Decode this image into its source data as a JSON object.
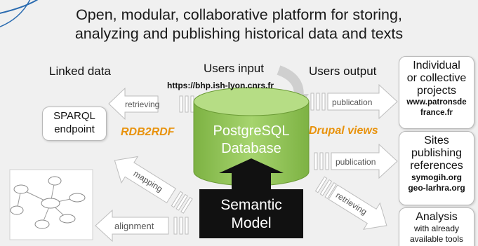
{
  "title": {
    "line1": "Open, modular, collaborative platform for storing,",
    "line2": "analyzing and publishing historical data and texts"
  },
  "headers": {
    "linked_data": "Linked data",
    "users_input": "Users input",
    "users_output": "Users output",
    "url": "https://bhp.ish-lyon.cnrs.fr"
  },
  "sparql": {
    "line1": "SPARQL",
    "line2": "endpoint"
  },
  "labels": {
    "rdb2rdf": "RDB2RDF",
    "drupal_views": "Drupal views"
  },
  "database": {
    "line1": "PostgreSQL",
    "line2": "Database"
  },
  "model": {
    "line1": "Semantic",
    "line2": "Model"
  },
  "arrows": {
    "retrieving_left": "retrieving",
    "mapping": "mapping",
    "alignment": "alignment",
    "publication_top": "publication",
    "publication_mid": "publication",
    "retrieving_right": "retrieving"
  },
  "outputs": {
    "projects": {
      "line1": "Individual",
      "line2": "or collective",
      "line3": "projects",
      "url1": "www.patronsde",
      "url2": "france.fr"
    },
    "sites": {
      "line1": "Sites",
      "line2": "publishing",
      "line3": "references",
      "url1": "symogih.org",
      "url2": "geo-larhra.org"
    },
    "analysis": {
      "line1": "Analysis",
      "line2": "with already",
      "line3": "available tools"
    }
  },
  "colors": {
    "background_blue": "#1d5c8e",
    "panel": "#f0f0f0",
    "cylinder_green": "#8cc152",
    "model_black": "#111111",
    "accent_orange": "#e8920c"
  }
}
